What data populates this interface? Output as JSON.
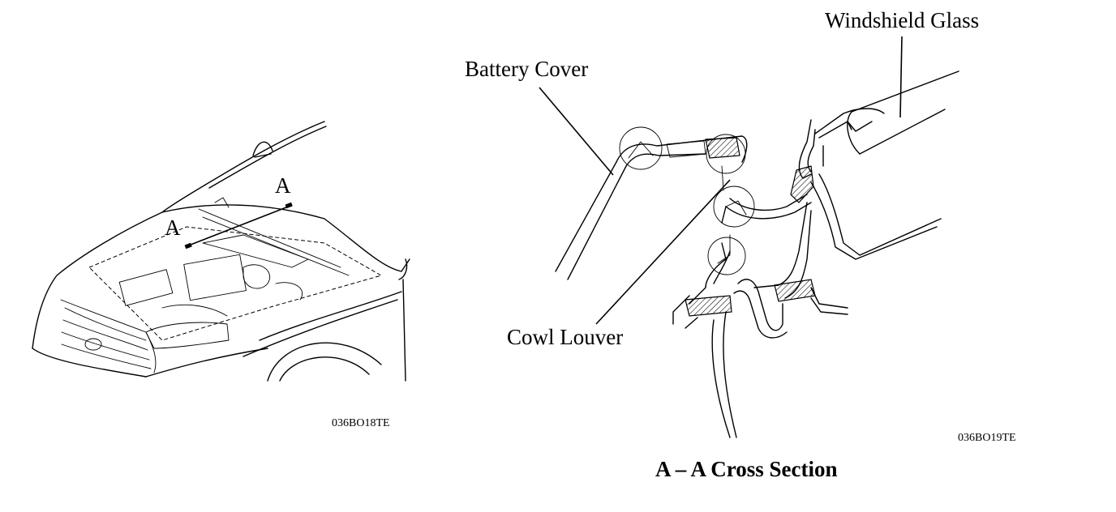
{
  "left_figure": {
    "section_marker_upper": "A",
    "section_marker_lower": "A",
    "figure_code": "036BO18TE"
  },
  "right_figure": {
    "callouts": {
      "windshield_glass": "Windshield Glass",
      "battery_cover": "Battery Cover",
      "cowl_louver": "Cowl Louver"
    },
    "figure_code": "036BO19TE",
    "caption": "A – A Cross Section"
  }
}
